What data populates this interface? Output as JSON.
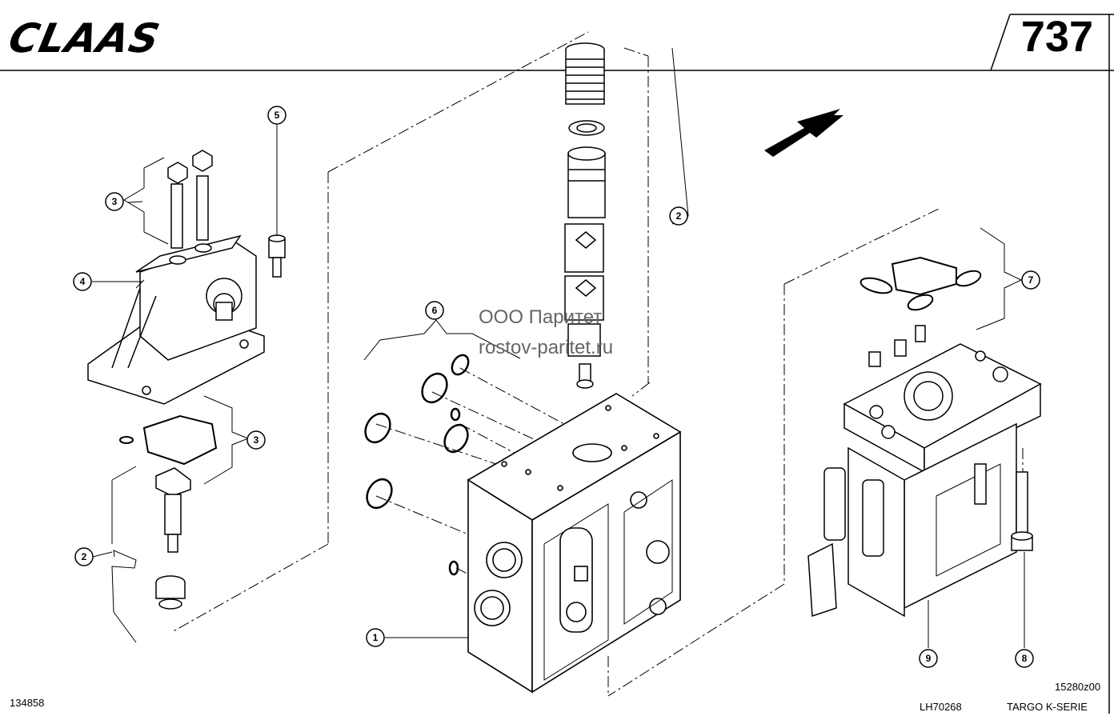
{
  "header": {
    "brand": "CLAAS",
    "page_number": "737"
  },
  "watermark": {
    "line1": "ООО Паритет",
    "line2": "rostov-paritet.ru"
  },
  "callouts": [
    "1",
    "2",
    "2",
    "2",
    "3",
    "3",
    "4",
    "5",
    "6",
    "7",
    "8",
    "9"
  ],
  "footer": {
    "left_code": "134858",
    "center_code": "LH70268",
    "right_code": "15280z00",
    "series": "TARGO K-SERIE"
  }
}
